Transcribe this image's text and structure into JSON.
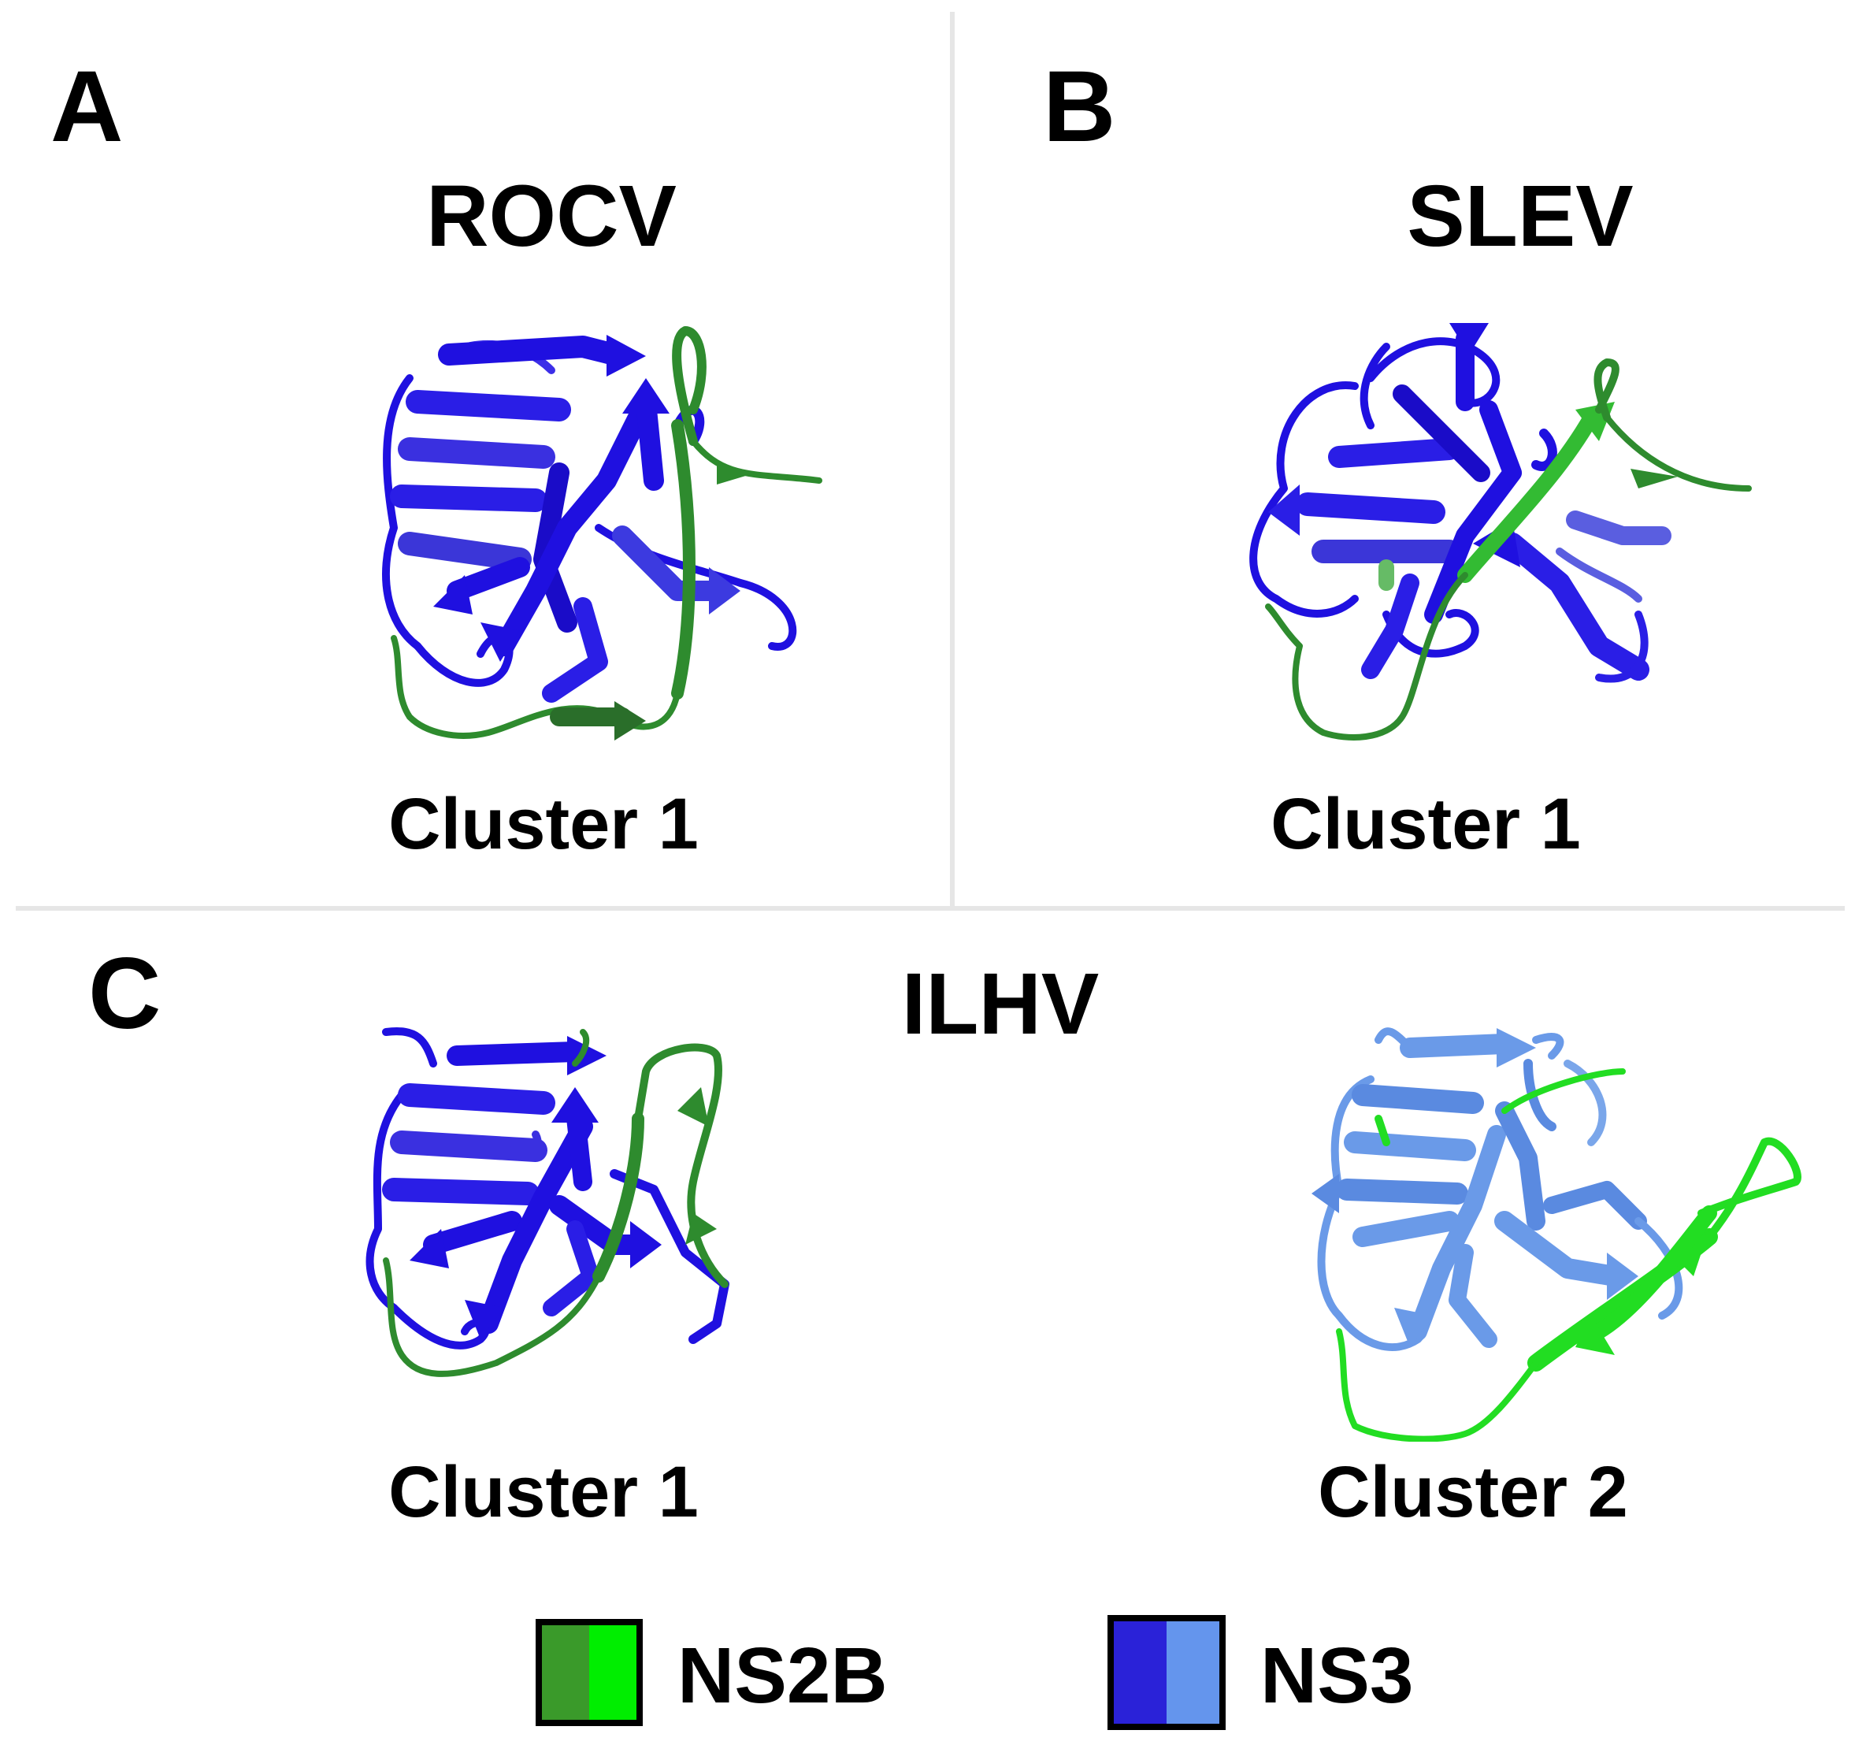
{
  "panels": {
    "a": {
      "letter": "A",
      "title": "ROCV",
      "cluster": "Cluster 1"
    },
    "b": {
      "letter": "B",
      "title": "SLEV",
      "cluster": "Cluster 1"
    },
    "c": {
      "letter": "C",
      "title": "ILHV",
      "cluster_left": "Cluster 1",
      "cluster_right": "Cluster 2"
    }
  },
  "legend": {
    "ns2b": {
      "label": "NS2B",
      "colors": [
        "#3a9a2a",
        "#00ee00"
      ]
    },
    "ns3": {
      "label": "NS3",
      "colors": [
        "#2a22d8",
        "#6495ed"
      ]
    }
  },
  "colors": {
    "ns3_dark": "#1f10e0",
    "ns3_light": "#6a9ae8",
    "ns2b_dark": "#2e8b2e",
    "ns2b_light": "#22dd22"
  }
}
